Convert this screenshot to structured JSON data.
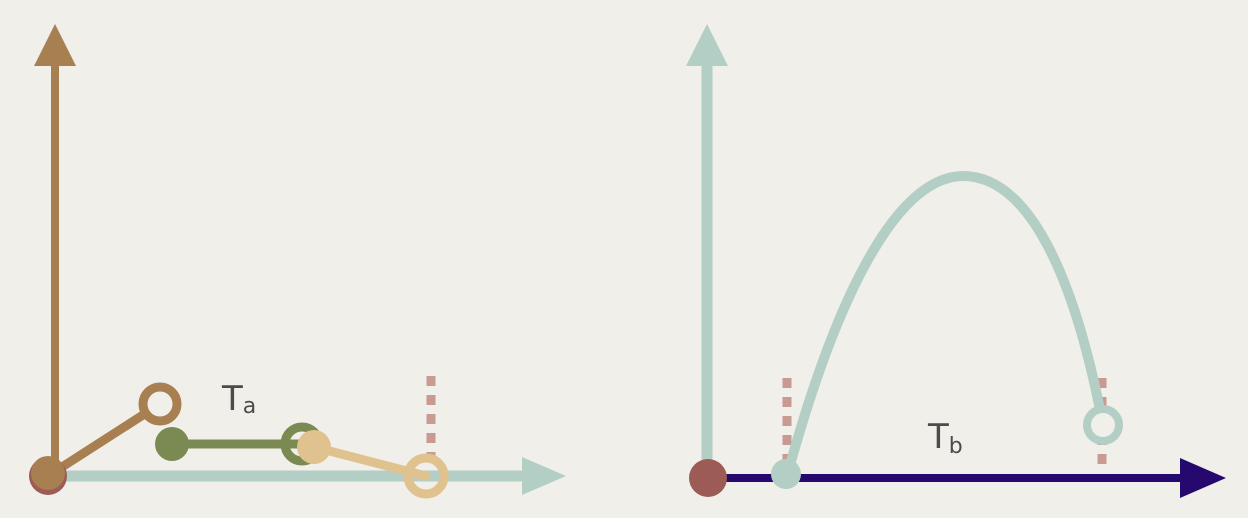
{
  "labels": {
    "left_main": "T",
    "left_sub": "a",
    "right_main": "T",
    "right_sub": "b"
  },
  "colors": {
    "background": "#f1efea",
    "axis_brown": "#a87f50",
    "axis_teal": "#b3cec4",
    "axis_navy": "#26096e",
    "origin_dot": "#9c5b55",
    "segment_brown": "#a87f50",
    "segment_green": "#7a8a52",
    "segment_sand": "#dfc28d",
    "dash_marker": "#c99a91"
  }
}
